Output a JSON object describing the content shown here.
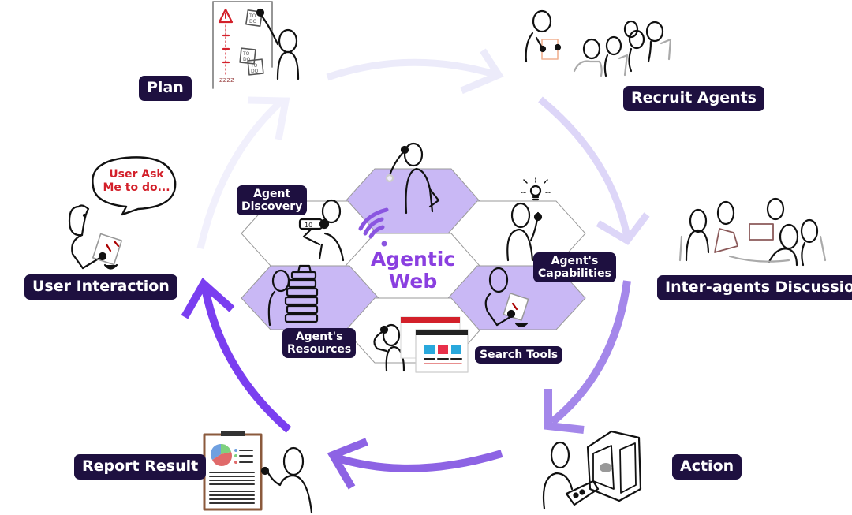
{
  "diagram": {
    "title_line1": "Agentic",
    "title_line2": "Web",
    "colors": {
      "label_bg": "#1e1040",
      "label_text": "#ffffff",
      "hex_fill": "#c9b8f5",
      "hex_stroke": "#9a9a9a",
      "title_purple": "#8a3fe0",
      "bubble_red": "#d3202a",
      "arrow_lightest": "#ecebfa",
      "arrow_light": "#ddd6f8",
      "arrow_mid": "#c2b0f2",
      "arrow_strong": "#a487ea",
      "arrow_stronger": "#8d63e4",
      "arrow_strongest": "#7a3ef0"
    },
    "cycle_steps": [
      {
        "id": "plan",
        "label": "Plan",
        "icon": "planning-board-icon"
      },
      {
        "id": "recruit",
        "label": "Recruit Agents",
        "icon": "audience-icon"
      },
      {
        "id": "discussion",
        "label": "Inter-agents Discussion",
        "icon": "meeting-table-icon"
      },
      {
        "id": "action",
        "label": "Action",
        "icon": "person-laptop-printer-icon"
      },
      {
        "id": "report",
        "label": "Report Result",
        "icon": "clipboard-report-icon"
      },
      {
        "id": "interaction",
        "label": "User Interaction",
        "icon": "person-speech-bubble-icon"
      }
    ],
    "speech_bubble": {
      "line1": "User Ask",
      "line2": "Me to do..."
    },
    "hex_components": [
      {
        "id": "discovery",
        "line1": "Agent",
        "line2": "Discovery",
        "icon": "person-binoculars-icon"
      },
      {
        "id": "capabilities",
        "line1": "Agent's",
        "line2": "Capabilities",
        "icon": "lightbulb-idea-icon"
      },
      {
        "id": "resources",
        "line1": "Agent's",
        "line2": "Resources",
        "icon": "stack-of-books-icon"
      },
      {
        "id": "search",
        "line1": "Search Tools",
        "icon": "browser-windows-icon"
      }
    ],
    "center_icon": "wifi-signal-icon",
    "todo_note": "TO DO"
  }
}
